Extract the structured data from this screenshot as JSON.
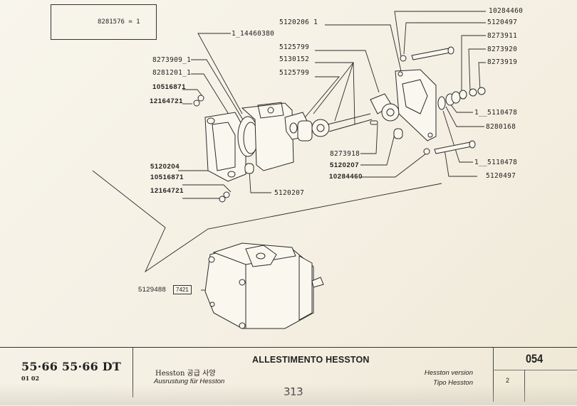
{
  "inset": {
    "label": "8281576 = 1"
  },
  "callouts": [
    {
      "id": "c1",
      "text": "1_14460380"
    },
    {
      "id": "c2",
      "text": "8273909_1"
    },
    {
      "id": "c3",
      "text": "8281201_1"
    },
    {
      "id": "c4",
      "text": "10516871"
    },
    {
      "id": "c5",
      "text": "12164721"
    },
    {
      "id": "c6",
      "text": "5120204"
    },
    {
      "id": "c7",
      "text": "10516871"
    },
    {
      "id": "c8",
      "text": "12164721"
    },
    {
      "id": "c9",
      "text": "5120207"
    },
    {
      "id": "c10",
      "text": "5120206  1"
    },
    {
      "id": "c11",
      "text": "5125799"
    },
    {
      "id": "c12",
      "text": "5130152"
    },
    {
      "id": "c13",
      "text": "5125799"
    },
    {
      "id": "c14",
      "text": "8273918"
    },
    {
      "id": "c15",
      "text": "5120207"
    },
    {
      "id": "c16",
      "text": "10284460"
    },
    {
      "id": "c17",
      "text": "10284460"
    },
    {
      "id": "c18",
      "text": "5120497"
    },
    {
      "id": "c19",
      "text": "8273911"
    },
    {
      "id": "c20",
      "text": "8273920"
    },
    {
      "id": "c21",
      "text": "8273919"
    },
    {
      "id": "c22",
      "text": "1__5110478"
    },
    {
      "id": "c23",
      "text": "8280168"
    },
    {
      "id": "c24",
      "text": "1__5110478"
    },
    {
      "id": "c25",
      "text": "5120497"
    },
    {
      "id": "c26",
      "text": "5129488"
    }
  ],
  "assembly_tag": "7421",
  "footer": {
    "models": "55·66  55·66 DT",
    "model_sub": "01 02",
    "title": "ALLESTIMENTO HESSTON",
    "korean": "Hesston 공급 사양",
    "german": "Ausrustung für Hesston",
    "english": "Hesston version",
    "italian": "Tipo Hesston",
    "handwritten": "313",
    "page_number": "054",
    "sheet": "2"
  }
}
